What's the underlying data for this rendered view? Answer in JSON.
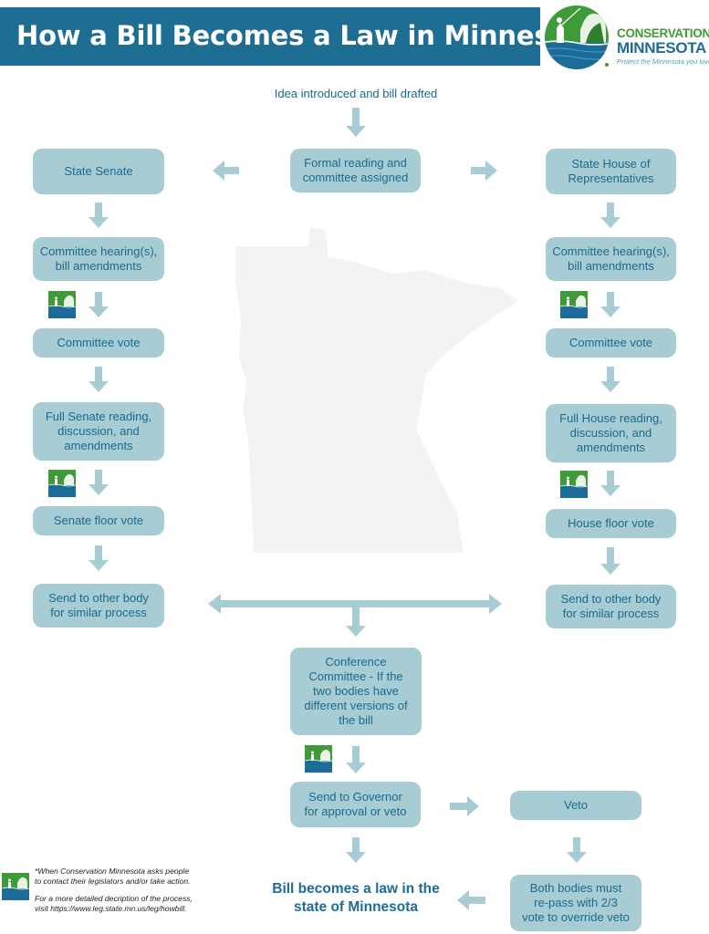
{
  "header": {
    "title": "How a Bill Becomes a Law in Minnesota",
    "logo_line1": "CONSERVATION",
    "logo_line2": "MINNESOTA",
    "logo_tagline": "Protect the Minnesota you love®"
  },
  "flow": {
    "idea": "Idea introduced and bill drafted",
    "formal": "Formal reading and\ncommittee assigned",
    "senate": {
      "title": "State Senate",
      "hearing": "Committee hearing(s),\nbill amendments",
      "committee_vote": "Committee vote",
      "full_reading": "Full Senate reading,\ndiscussion, and\namendments",
      "floor_vote": "Senate floor vote",
      "send_other": "Send to other body\nfor similar process"
    },
    "house": {
      "title": "State House of\nRepresentatives",
      "hearing": "Committee hearing(s),\nbill amendments",
      "committee_vote": "Committee vote",
      "full_reading": "Full House reading,\ndiscussion, and\namendments",
      "floor_vote": "House floor vote",
      "send_other": "Send to other body\nfor similar process"
    },
    "conference": "Conference\nCommittee - If the\ntwo bodies have\ndifferent versions of\nthe bill",
    "governor": "Send to Governor\nfor approval or veto",
    "veto": "Veto",
    "override": "Both bodies must\nre-pass with 2/3\nvote to override veto",
    "final": "Bill becomes a law in the\nstate of Minnesota"
  },
  "footnote": {
    "line1": "*When Conservation Minnesota asks people\nto contact their legislators and/or take action.",
    "line2": "For a more detailed decription of the process,\nvisit https://www.leg.state.mn.us/leg/howbill."
  },
  "colors": {
    "banner": "#1e6e94",
    "box": "#a7ccd3",
    "arrow": "#a7ccd3",
    "text": "#1a6a8e",
    "logo_green": "#3f9a3a",
    "logo_blue": "#1d6b99"
  },
  "icons": {
    "action_marker": "conservation-minnesota-badge-icon",
    "state_outline": "minnesota-state-map"
  }
}
